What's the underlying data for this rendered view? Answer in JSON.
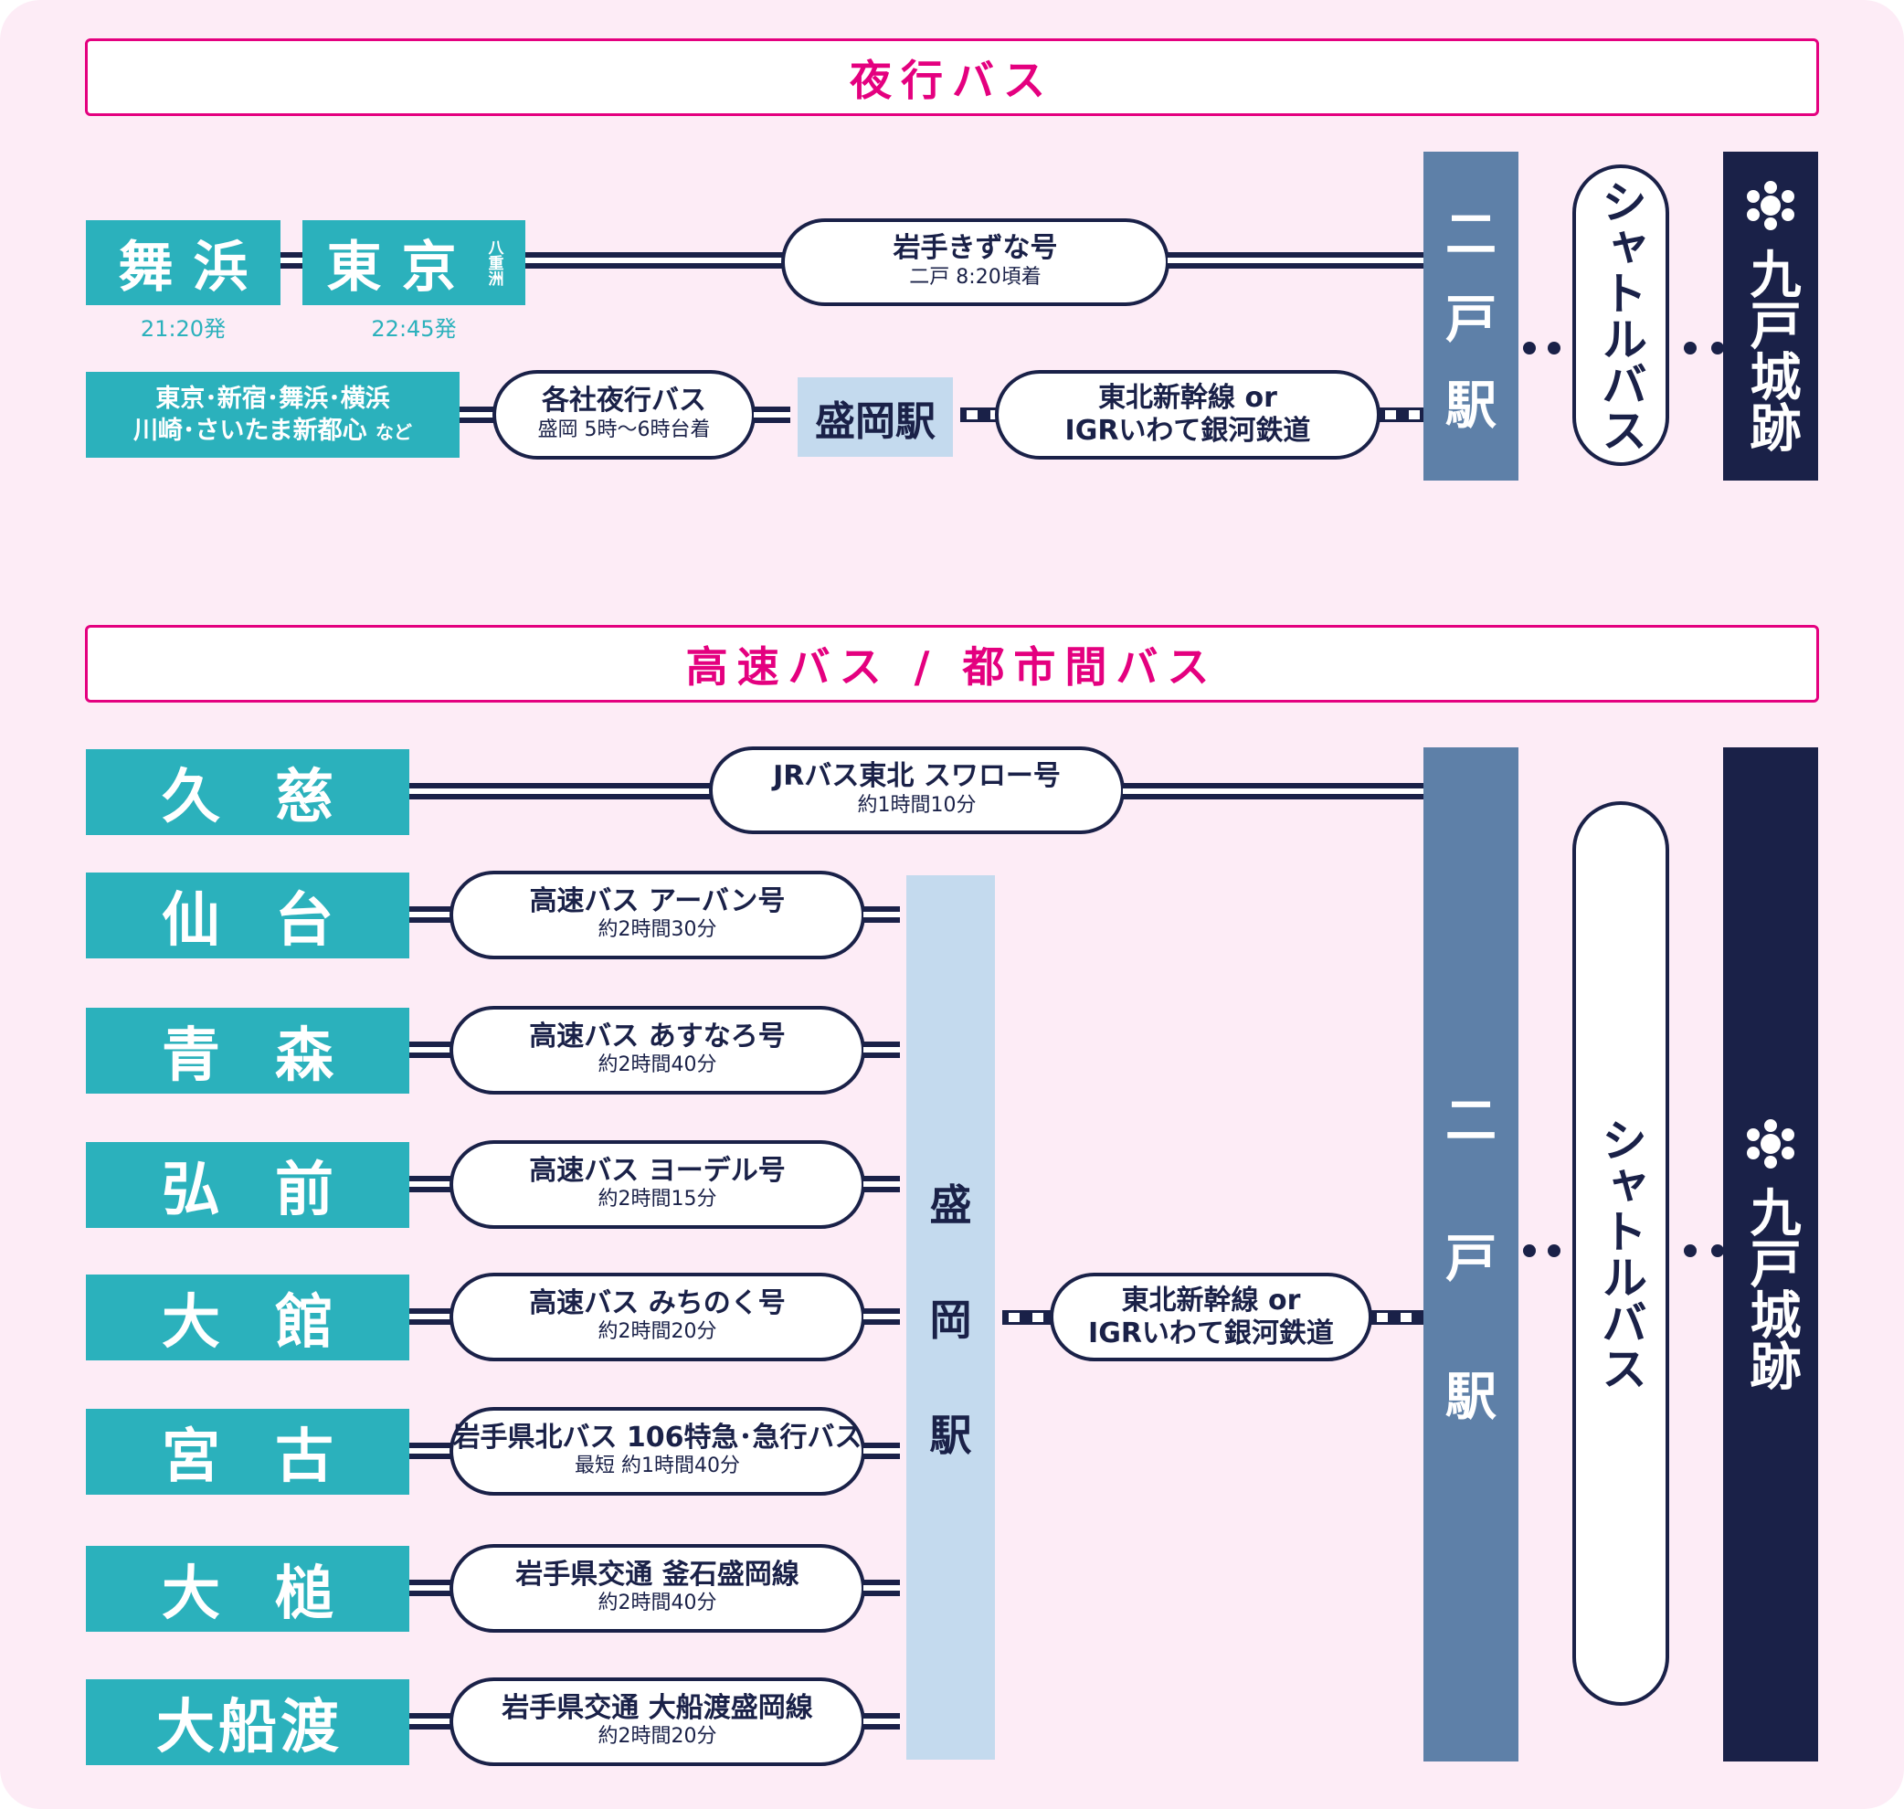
{
  "colors": {
    "background": "#FDECF6",
    "accent": "#E4007F",
    "origin": "#2BB1BC",
    "navy": "#1A2148",
    "ninohe": "#5E80A8",
    "morioka": "#C4DAEE"
  },
  "night": {
    "title": "夜行バス",
    "origin_maihama": {
      "name": "舞浜",
      "depart": "21:20発"
    },
    "origin_tokyo": {
      "name": "東京",
      "sub": "八重洲",
      "depart": "22:45発"
    },
    "kizuna": {
      "title": "岩手きずな号",
      "sub": "二戸 8:20頃着"
    },
    "others": {
      "line1": "東京･新宿･舞浜･横浜",
      "line2": "川崎･さいたま新都心",
      "suffix": "など"
    },
    "various": {
      "title": "各社夜行バス",
      "sub": "盛岡 5時～6時台着"
    },
    "morioka": "盛岡駅",
    "rail": {
      "line1": "東北新幹線 or",
      "line2": "IGRいわて銀河鉄道"
    },
    "ninohe": "二戸駅",
    "shuttle": "シャトルバス",
    "castle": "九戸城跡",
    "castle_icon": "crest-icon"
  },
  "express": {
    "title": "高速バス / 都市間バス",
    "kuji": {
      "origin": "久慈",
      "title": "JRバス東北 スワロー号",
      "sub": "約1時間10分"
    },
    "routes": [
      {
        "origin": "仙台",
        "title": "高速バス アーバン号",
        "sub": "約2時間30分"
      },
      {
        "origin": "青森",
        "title": "高速バス あすなろ号",
        "sub": "約2時間40分"
      },
      {
        "origin": "弘前",
        "title": "高速バス ヨーデル号",
        "sub": "約2時間15分"
      },
      {
        "origin": "大館",
        "title": "高速バス みちのく号",
        "sub": "約2時間20分"
      },
      {
        "origin": "宮古",
        "title": "岩手県北バス 106特急･急行バス",
        "sub": "最短 約1時間40分"
      },
      {
        "origin": "大槌",
        "title": "岩手県交通 釜石盛岡線",
        "sub": "約2時間40分"
      },
      {
        "origin": "大船渡",
        "title": "岩手県交通 大船渡盛岡線",
        "sub": "約2時間20分"
      }
    ],
    "morioka": [
      "盛",
      "岡",
      "駅"
    ],
    "rail": {
      "line1": "東北新幹線 or",
      "line2": "IGRいわて銀河鉄道"
    },
    "ninohe": [
      "二",
      "戸",
      "駅"
    ],
    "shuttle": "シャトルバス",
    "castle": "九戸城跡"
  }
}
